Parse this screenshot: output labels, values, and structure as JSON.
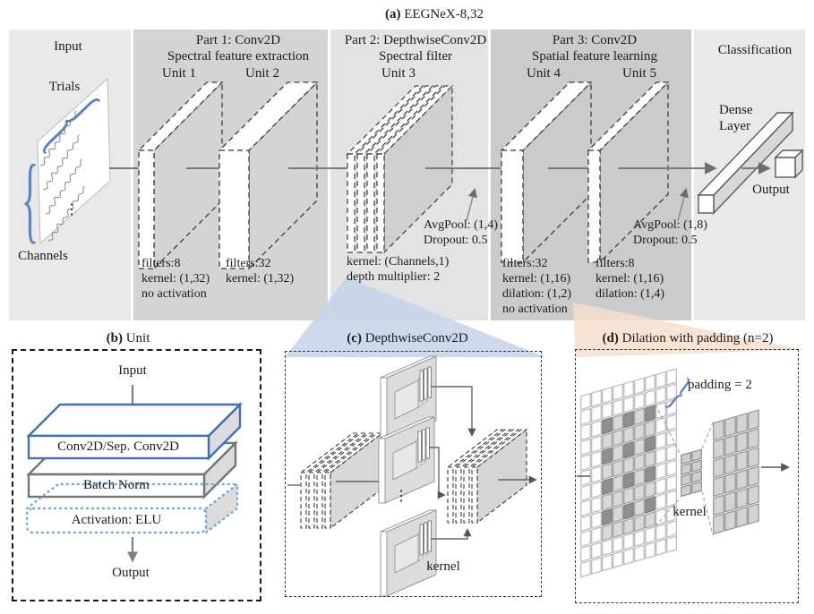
{
  "panel_a": {
    "title_prefix": "(a)",
    "title_rest": " EEGNeX-8,32",
    "input": {
      "label": "Input",
      "trials": "Trials",
      "channels": "Channels"
    },
    "part1": {
      "line1": "Part 1: Conv2D",
      "line2": "Spectral feature extraction",
      "unit1": "Unit 1",
      "unit2": "Unit 2",
      "u1": [
        "filters:8",
        "kernel: (1,32)",
        "no activation"
      ],
      "u2": [
        "filters:32",
        "kernel: (1,32)"
      ]
    },
    "part2": {
      "line1": "Part 2: DepthwiseConv2D",
      "line2": "Spectral filter",
      "unit3": "Unit 3",
      "u3": [
        "kernel: (Channels,1)",
        "depth multiplier: 2"
      ],
      "pool": [
        "AvgPool: (1,4)",
        "Dropout: 0.5"
      ]
    },
    "part3": {
      "line1": "Part 3: Conv2D",
      "line2": "Spatial feature learning",
      "unit4": "Unit 4",
      "unit5": "Unit 5",
      "u4": [
        "filters:32",
        "kernel: (1,16)",
        "dilation: (1,2)",
        "no activation"
      ],
      "u5": [
        "filters:8",
        "kernel: (1,16)",
        "dilation: (1,4)"
      ],
      "pool": [
        "AvgPool: (1,8)",
        "Dropout: 0.5"
      ]
    },
    "classification": {
      "title": "Classification",
      "dense_line1": "Dense",
      "dense_line2": "Layer",
      "output": "Output"
    }
  },
  "panel_b": {
    "title_prefix": "(b)",
    "title_rest": " Unit",
    "input": "Input",
    "conv": "Conv2D/Sep. Conv2D",
    "batch_norm": "Batch Norm",
    "activation": "Activation: ELU",
    "output": "Output"
  },
  "panel_c": {
    "title_prefix": "(c)",
    "title_rest": " DepthwiseConv2D",
    "kernel": "kernel"
  },
  "panel_d": {
    "title_prefix": "(d)",
    "title_rest": " Dilation with padding (n=2)",
    "padding": "padding = 2",
    "kernel": "kernel"
  },
  "colors": {
    "brace_blue": "#5b84c4",
    "conv_outline_blue": "#4170b4",
    "activation_dotted_blue": "#6fa8dc",
    "highlight_triangle_blue": "#c4d3e9",
    "highlight_triangle_peach": "#f7dfcc",
    "section_dark_gray": "#cbcbcb",
    "section_light_gray": "#e9e9e9"
  }
}
